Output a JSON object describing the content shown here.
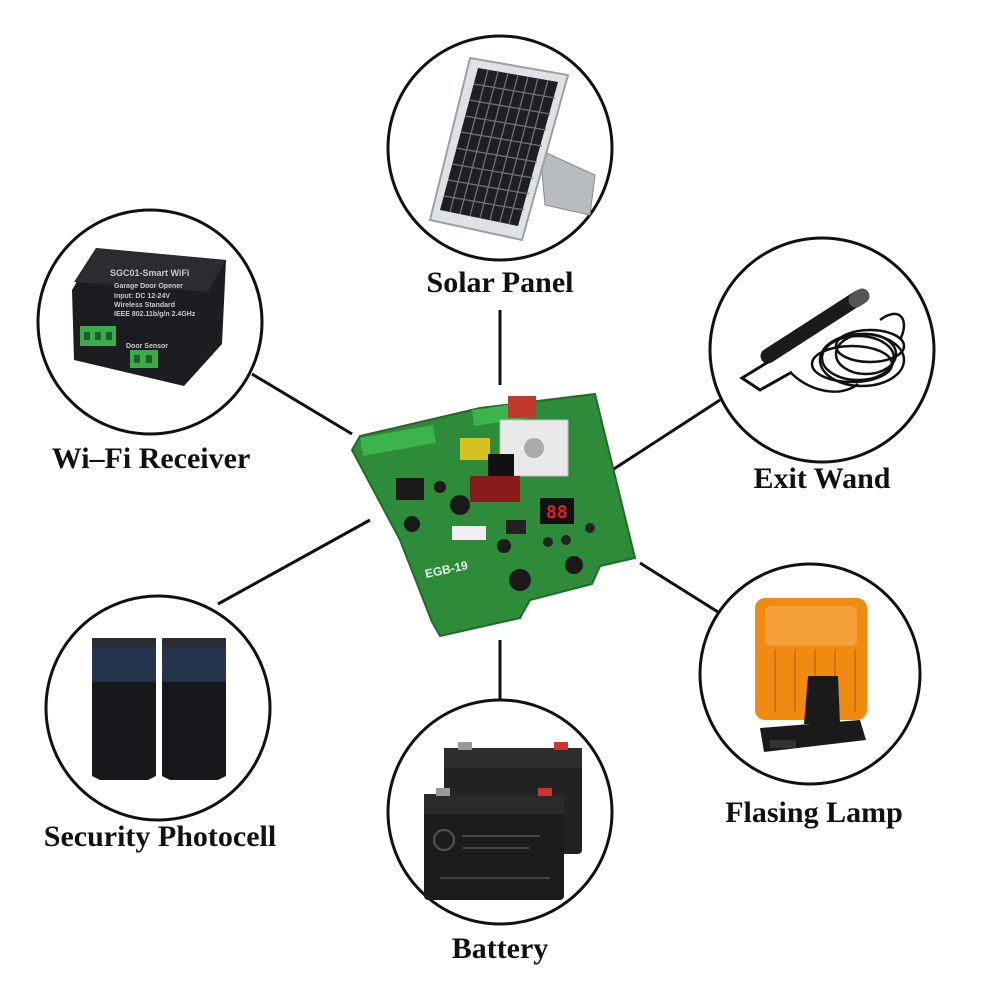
{
  "hub": {
    "board_label": "EGB-19",
    "display_text": "88"
  },
  "components": [
    {
      "key": "solar_panel",
      "label": "Solar Panel",
      "icon": "solar-panel-icon"
    },
    {
      "key": "exit_wand",
      "label": "Exit Wand",
      "icon": "exit-wand-icon"
    },
    {
      "key": "flashing_lamp",
      "label": "Flasing Lamp",
      "icon": "flashing-lamp-icon"
    },
    {
      "key": "battery",
      "label": "Battery",
      "icon": "battery-icon"
    },
    {
      "key": "security_photocell",
      "label": "Security Photocell",
      "icon": "photocell-icon"
    },
    {
      "key": "wifi_receiver",
      "label": "Wi–Fi Receiver",
      "icon": "wifi-receiver-icon"
    }
  ],
  "wifi_device": {
    "line1": "SGC01-Smart WiFi",
    "line2": "Garage Door Opener",
    "line3": "Input: DC 12-24V",
    "line4": "Wireless Standard",
    "line5": "IEEE 802.11b/g/n 2.4GHz",
    "port_label": "Door Sensor"
  },
  "colors": {
    "pcb": "#2e8b3a",
    "lamp": "#f08a10",
    "outline": "#111111"
  }
}
